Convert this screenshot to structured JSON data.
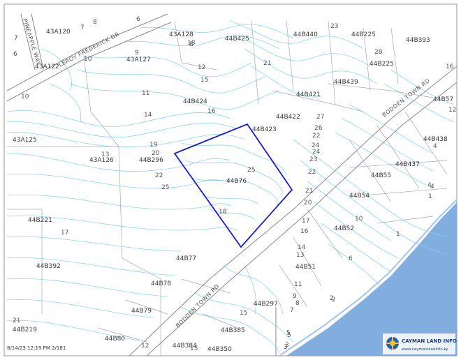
{
  "map": {
    "parcels": [
      {
        "id": "p1",
        "label": "43A120"
      },
      {
        "id": "p2",
        "label": "43A122"
      },
      {
        "id": "p3",
        "label": "43A128"
      },
      {
        "id": "p4",
        "label": "43A127"
      },
      {
        "id": "p5",
        "label": "44B425"
      },
      {
        "id": "p6",
        "label": "44B440"
      },
      {
        "id": "p7",
        "label": "44B225"
      },
      {
        "id": "p8",
        "label": "44B393"
      },
      {
        "id": "p9",
        "label": "44B225"
      },
      {
        "id": "p10",
        "label": "44B439"
      },
      {
        "id": "p11",
        "label": "44B421"
      },
      {
        "id": "p12",
        "label": "44B424"
      },
      {
        "id": "p13",
        "label": "44B422"
      },
      {
        "id": "p14",
        "label": "44B423"
      },
      {
        "id": "p15",
        "label": "44B57"
      },
      {
        "id": "p16",
        "label": "44B438"
      },
      {
        "id": "p17",
        "label": "43A125"
      },
      {
        "id": "p18",
        "label": "43A126"
      },
      {
        "id": "p19",
        "label": "44B296"
      },
      {
        "id": "p20",
        "label": "44B76"
      },
      {
        "id": "p21",
        "label": "44B437"
      },
      {
        "id": "p22",
        "label": "44B55"
      },
      {
        "id": "p23",
        "label": "44B54"
      },
      {
        "id": "p24",
        "label": "44B221"
      },
      {
        "id": "p25",
        "label": "44B52"
      },
      {
        "id": "p26",
        "label": "44B392"
      },
      {
        "id": "p27",
        "label": "44B77"
      },
      {
        "id": "p28",
        "label": "44B51"
      },
      {
        "id": "p29",
        "label": "44B78"
      },
      {
        "id": "p30",
        "label": "44B297"
      },
      {
        "id": "p31",
        "label": "44B79"
      },
      {
        "id": "p32",
        "label": "44B385"
      },
      {
        "id": "p33",
        "label": "44B219"
      },
      {
        "id": "p34",
        "label": "44B80"
      },
      {
        "id": "p35",
        "label": "44B384"
      },
      {
        "id": "p36",
        "label": "44B350"
      }
    ],
    "lot_numbers": [
      "7",
      "8",
      "6",
      "23",
      "9",
      "12",
      "21",
      "15",
      "11",
      "16",
      "14",
      "19",
      "20",
      "22",
      "25",
      "26",
      "27",
      "24",
      "23",
      "22",
      "21",
      "20",
      "18",
      "17",
      "16",
      "14",
      "13",
      "10",
      "11",
      "9",
      "8",
      "7",
      "6",
      "5",
      "4",
      "3",
      "2",
      "1",
      "1",
      "4",
      "6",
      "10",
      "13",
      "15",
      "28",
      "16",
      "12",
      "10",
      "12",
      "17",
      "15",
      "21",
      "25",
      "18",
      "22",
      "24",
      "3",
      "8",
      "7",
      "4",
      "5",
      "2"
    ],
    "roads": {
      "pineapple_way": "PINEAPPLE WAY",
      "leroy_frederick_dr": "LEROY FREDERICK DR",
      "bodden_town_rd_upper": "BODDEN TOWN RD",
      "bodden_town_rd_lower": "BODDEN TOWN RD"
    },
    "colors": {
      "contour": "#7fd3ea",
      "parcel_line": "#a8a8b8",
      "highlight": "#1a1adb",
      "sea": "#6b9fd9",
      "road_edge": "#8a8a8a"
    }
  },
  "footer": {
    "timestamp": "8/14/23 12:19 PM 2/181"
  },
  "brand": {
    "name": "CAYMAN LAND INFO",
    "url": "www.caymanlandinfo.ky"
  }
}
